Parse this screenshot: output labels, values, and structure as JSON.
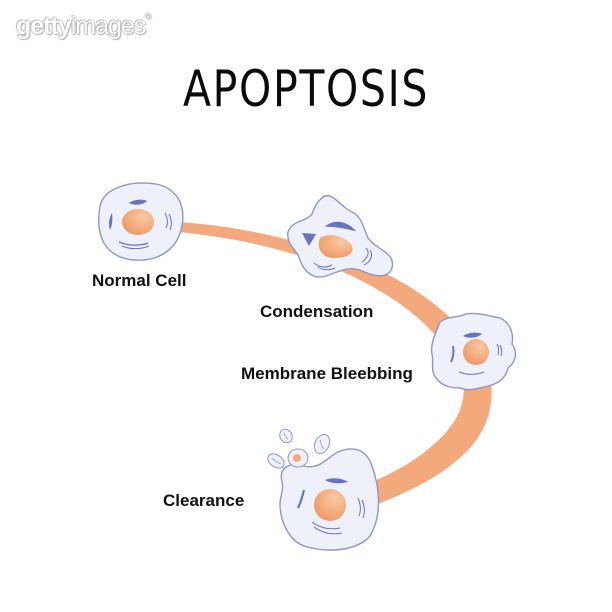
{
  "watermark": {
    "brand_bold": "getty",
    "brand_thin": "images",
    "mark": "®"
  },
  "title": "APOPTOSIS",
  "colors": {
    "path": "#f3a97c",
    "cell_fill": "#eef0fa",
    "cell_stroke": "#8e96c8",
    "organelle": "#6a73bd",
    "nucleus_light": "#f8c39a",
    "nucleus_dark": "#ee9a65"
  },
  "stages": [
    {
      "id": "normal-cell",
      "label": "Normal Cell"
    },
    {
      "id": "condensation",
      "label": "Condensation"
    },
    {
      "id": "membrane-bleebbing",
      "label": "Membrane Bleebbing"
    },
    {
      "id": "clearance",
      "label": "Clearance"
    }
  ]
}
